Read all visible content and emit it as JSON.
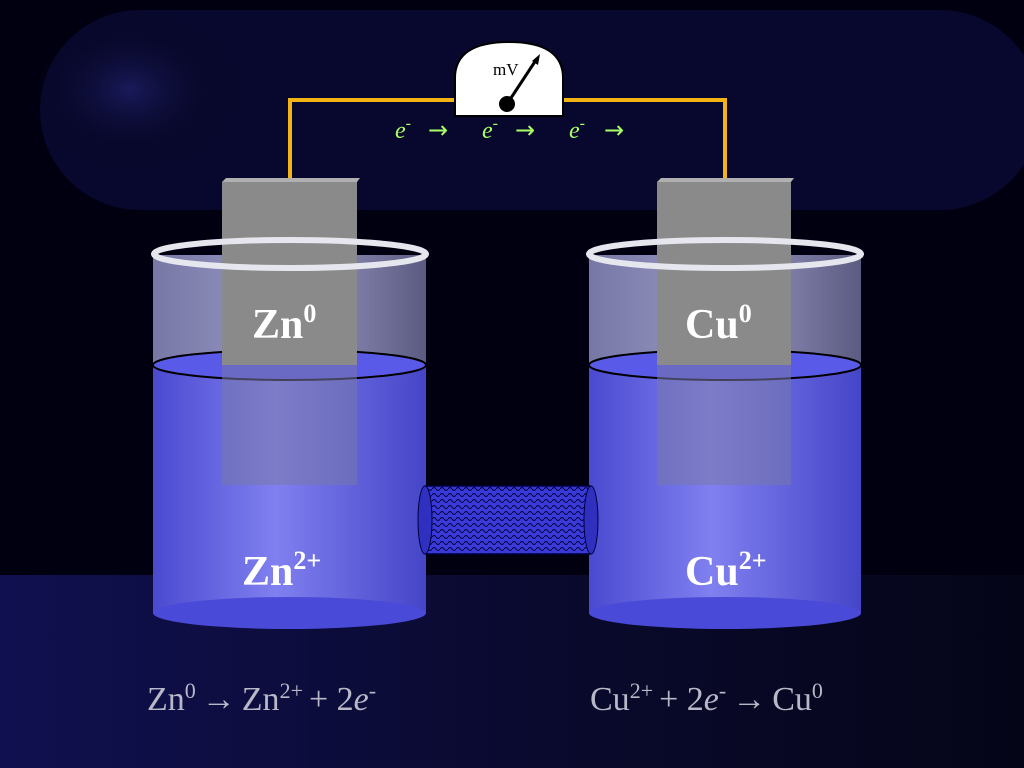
{
  "meter": {
    "unit": "mV"
  },
  "electron_flow": {
    "symbol": "e",
    "charge": "-",
    "arrow": "→",
    "count": 3
  },
  "left_cell": {
    "electrode_symbol": "Zn",
    "electrode_charge": "0",
    "ion_symbol": "Zn",
    "ion_charge": "2+",
    "reaction": {
      "reactant": "Zn",
      "reactant_charge": "0",
      "arrow": "→",
      "product": "Zn",
      "product_charge": "2+",
      "plus": "+ 2",
      "electron": "e",
      "electron_charge": "-"
    }
  },
  "right_cell": {
    "electrode_symbol": "Cu",
    "electrode_charge": "0",
    "ion_symbol": "Cu",
    "ion_charge": "2+",
    "reaction": {
      "reactant": "Cu",
      "reactant_charge": "2+",
      "plus": "+ 2",
      "electron": "e",
      "electron_charge": "-",
      "arrow": "→",
      "product": "Cu",
      "product_charge": "0"
    }
  },
  "colors": {
    "background": "#000010",
    "wire": "#f2b415",
    "solution": "#5a5ae0",
    "electrode": "#8a8a8a",
    "electron_label": "#aaff66",
    "equation_text": "#b8b8c8"
  }
}
